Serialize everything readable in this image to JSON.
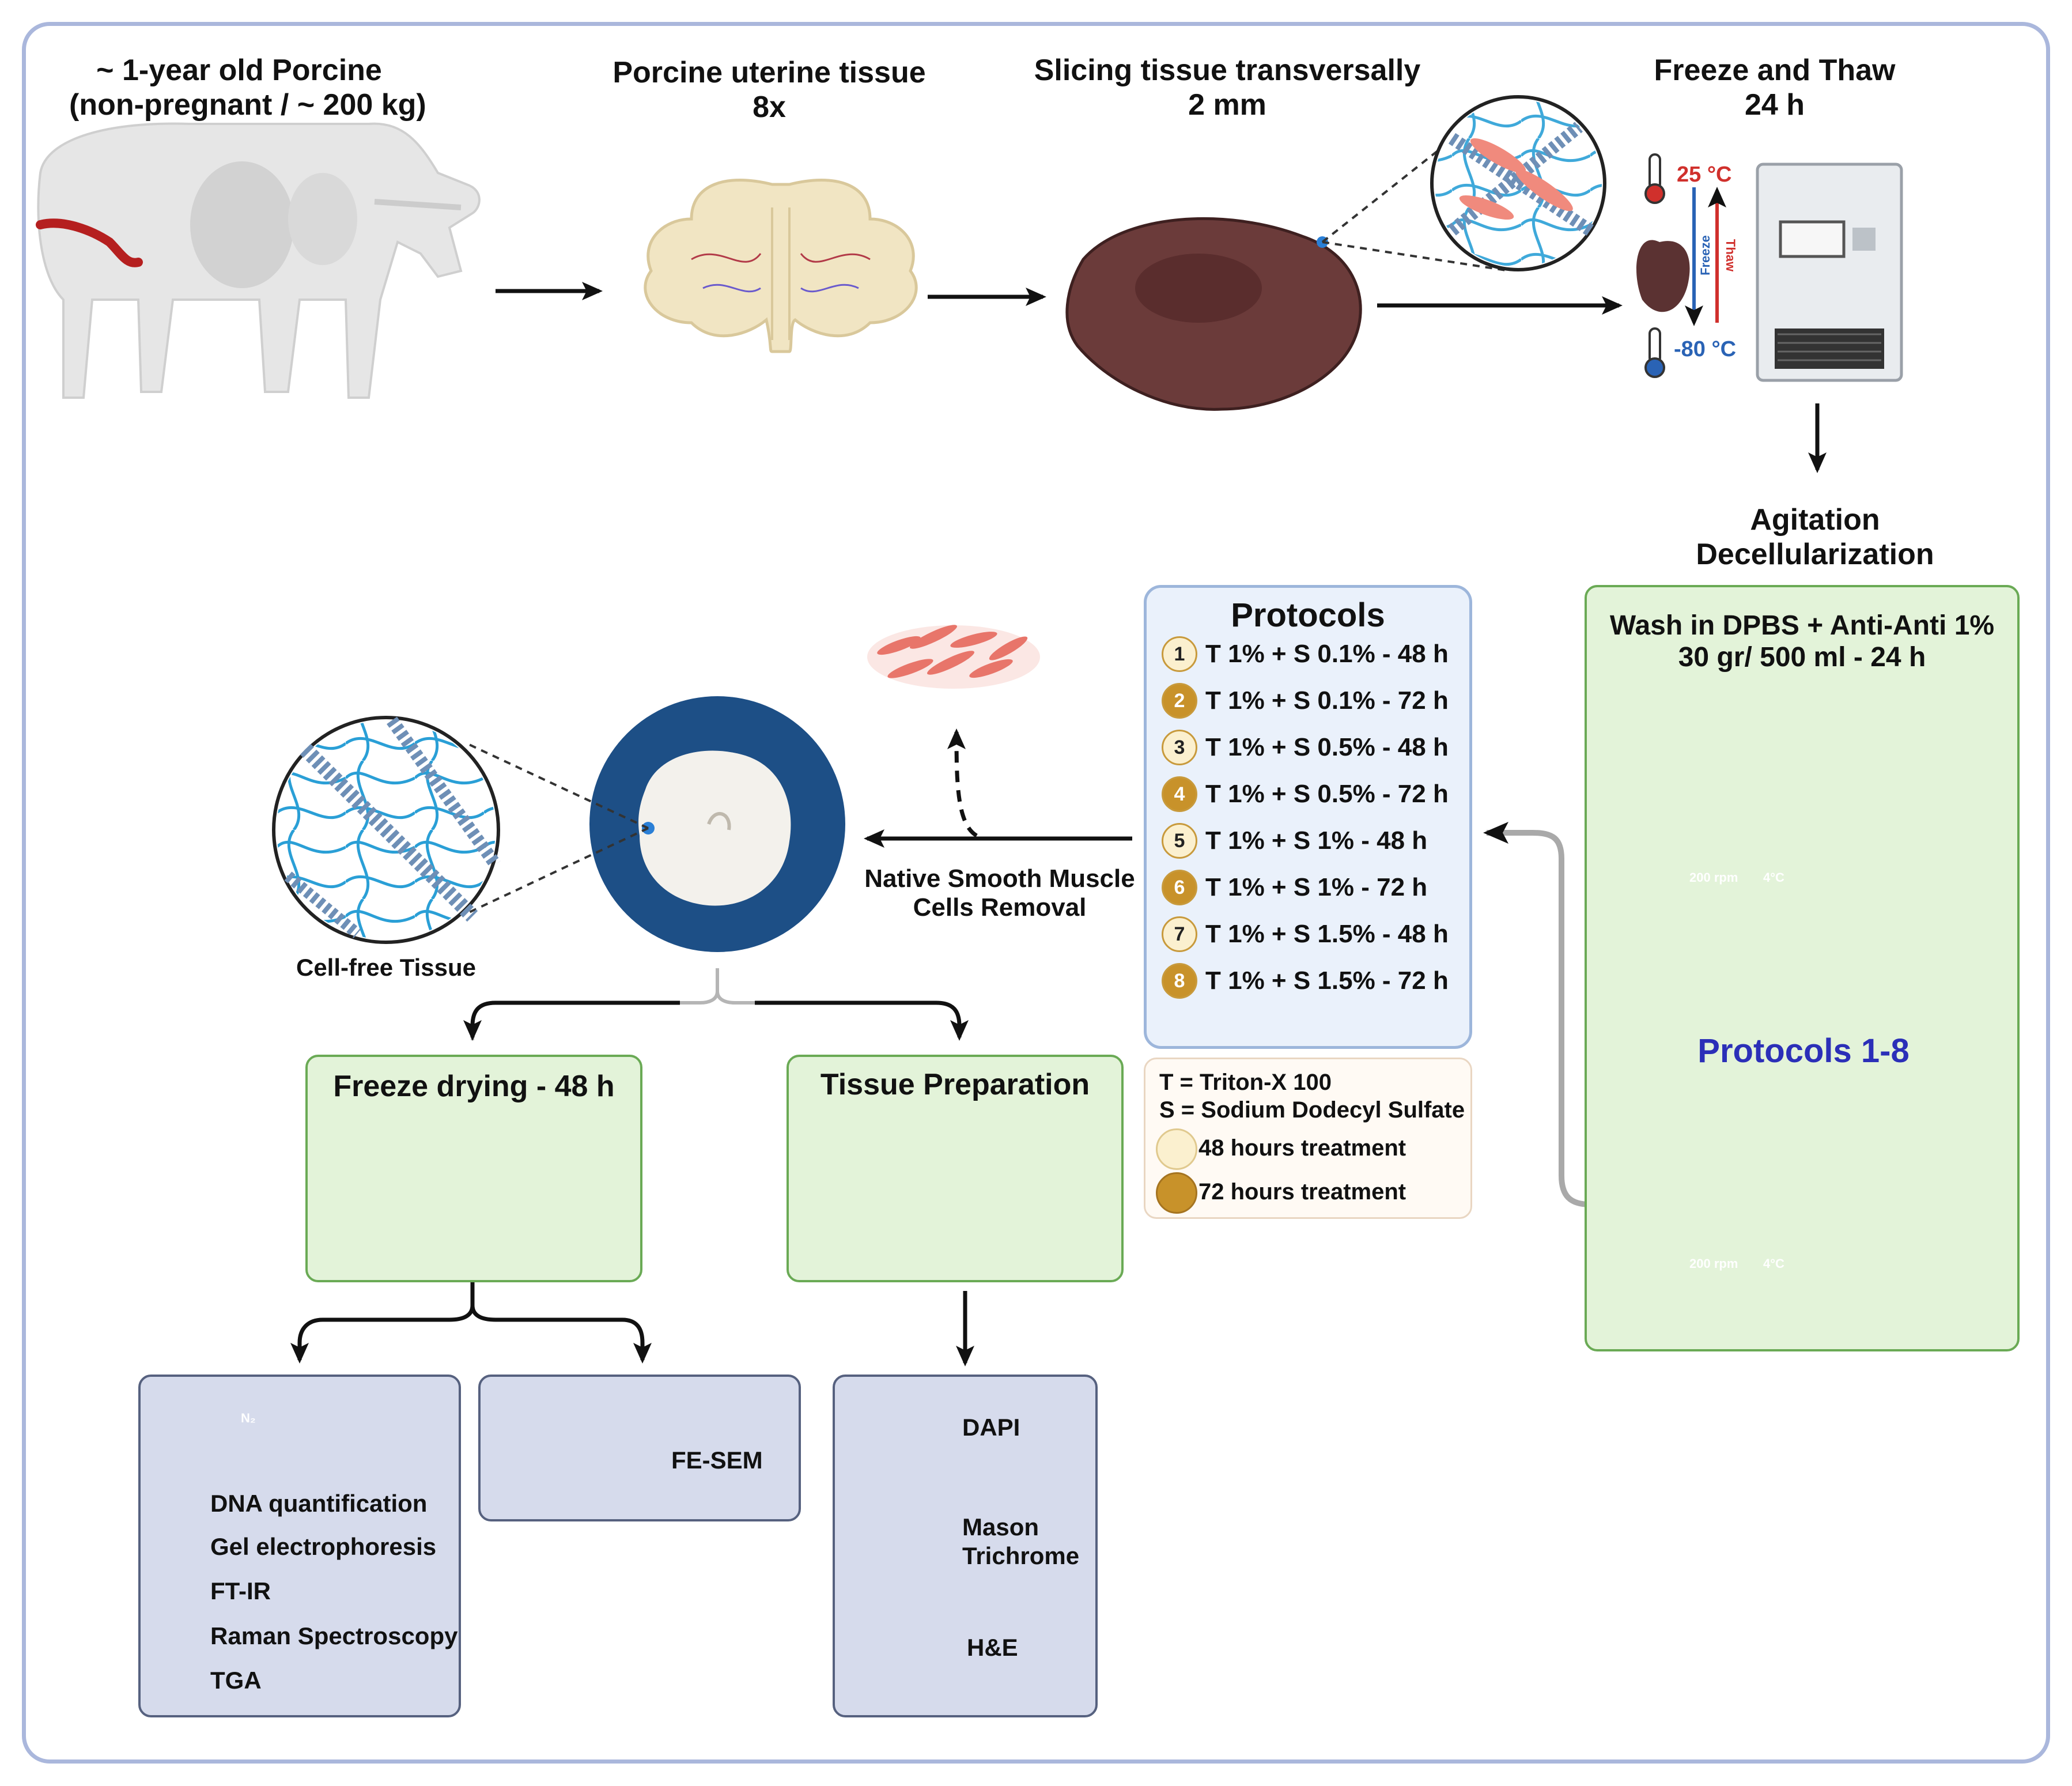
{
  "titles": {
    "pig": "~ 1-year old Porcine",
    "pig_sub": "(non-pregnant / ~ 200 kg)",
    "uterus": "Porcine uterine tissue",
    "uterus_sub": "8x",
    "slice": "Slicing tissue transversally",
    "slice_sub": "2 mm",
    "freeze": "Freeze and Thaw",
    "freeze_sub": "24 h",
    "agitation": "Agitation",
    "agitation_sub": "Decellularization"
  },
  "thermo": {
    "hot": "25 °C",
    "cold": "-80 °C",
    "freeze": "Freeze",
    "thaw": "Thaw"
  },
  "wash": {
    "line1": "Wash in DPBS + Anti-Anti 1%",
    "line2": "30 gr/ 500 ml - 24 h",
    "shaker_rpm": "200 rpm",
    "shaker_temp": "4°C",
    "protocols_label": "Protocols 1-8"
  },
  "protocols": {
    "title": "Protocols",
    "items": [
      {
        "n": "1",
        "text": "T 1% + S 0.1% - 48 h",
        "type": "48"
      },
      {
        "n": "2",
        "text": "T 1% + S 0.1% - 72 h",
        "type": "72"
      },
      {
        "n": "3",
        "text": "T 1% + S 0.5% - 48 h",
        "type": "48"
      },
      {
        "n": "4",
        "text": "T 1% + S 0.5% - 72 h",
        "type": "72"
      },
      {
        "n": "5",
        "text": "T 1% + S 1% - 48 h",
        "type": "48"
      },
      {
        "n": "6",
        "text": "T 1% + S 1% - 72 h",
        "type": "72"
      },
      {
        "n": "7",
        "text": "T 1% + S 1.5% - 48 h",
        "type": "48"
      },
      {
        "n": "8",
        "text": "T 1% + S 1.5% - 72 h",
        "type": "72"
      }
    ]
  },
  "legend": {
    "t": "T = Triton-X 100",
    "s": "S = Sodium Dodecyl Sulfate",
    "h48": "48 hours treatment",
    "h72": "72 hours treatment"
  },
  "removal": {
    "line1": "Native Smooth Muscle",
    "line2": "Cells Removal"
  },
  "cellfree": "Cell-free Tissue",
  "freeze_drying": "Freeze drying - 48 h",
  "tissue_prep": "Tissue Preparation",
  "analysis": {
    "n2": "N₂",
    "dna": "DNA quantification",
    "gel": "Gel electrophoresis",
    "ftir": "FT-IR",
    "raman": "Raman Spectroscopy",
    "tga": "TGA",
    "fesem": "FE-SEM",
    "dapi": "DAPI",
    "mason1": "Mason",
    "mason2": "Trichrome",
    "he": "H&E"
  },
  "colors": {
    "border": "#aab7dc",
    "green_fill": "#e3f3d9",
    "green_border": "#6aaa55",
    "lavender_fill": "#d6dbec",
    "navy": "#1d4f86",
    "protocols_blue": "#2b2fb8",
    "hot": "#d0302c",
    "cold": "#2a63b5"
  }
}
